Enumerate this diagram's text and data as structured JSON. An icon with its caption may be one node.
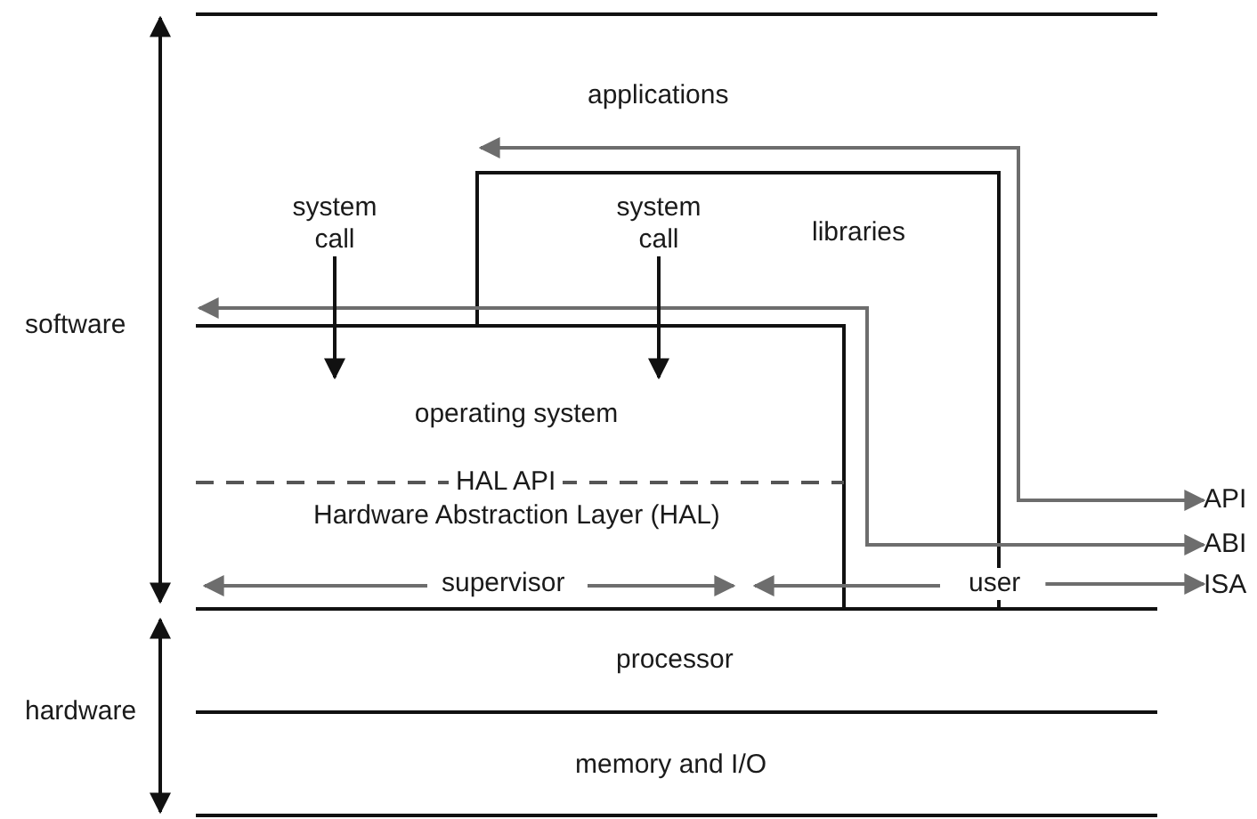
{
  "diagram": {
    "nodes": [
      {
        "text": [
          "applications"
        ]
      },
      {
        "text": [
          "system call"
        ]
      },
      {
        "text": [
          "system call"
        ]
      },
      {
        "text": [
          "libraries"
        ]
      },
      {
        "text": [
          "operating system"
        ]
      },
      {
        "text": [
          "HAL API"
        ]
      },
      {
        "text": [
          "Hardware Abstraction Layer (HAL)"
        ]
      },
      {
        "text": [
          "user"
        ]
      },
      {
        "text": [
          "API"
        ]
      },
      {
        "text": [
          "ABI"
        ]
      },
      {
        "text": [
          "ISA"
        ]
      },
      {
        "text": [
          "processor"
        ]
      },
      {
        "text": [
          "memory and I/O"
        ]
      }
    ],
    "edges": [
      {
        "from": null,
        "to": 8,
        "arrow": "both"
      },
      {
        "from": null,
        "to": 9,
        "arrow": "both"
      },
      {
        "from": 1,
        "to": 4,
        "arrow": "to",
        "color": "#111111"
      },
      {
        "from": 2,
        "to": 4,
        "arrow": "to",
        "color": "#111111"
      },
      {
        "from": 7,
        "to": 10,
        "arrow": "to"
      }
    ],
    "labels": [
      "software",
      "hardware",
      "supervisor"
    ]
  }
}
